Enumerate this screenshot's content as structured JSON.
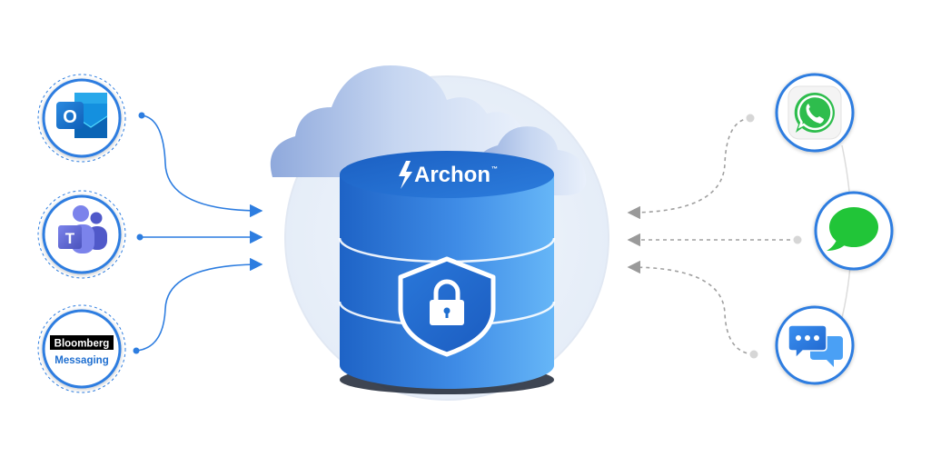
{
  "brand": {
    "name": "Archon",
    "trademark": "™",
    "icon": "lightning-bolt-icon"
  },
  "sources": [
    {
      "id": "outlook",
      "icon": "outlook-icon",
      "text": "O"
    },
    {
      "id": "teams",
      "icon": "teams-icon",
      "text": "T"
    },
    {
      "id": "bloomberg",
      "icon": "bloomberg-logo",
      "box_text": "Bloomberg",
      "sub_text": "Messaging"
    }
  ],
  "destinations": [
    {
      "id": "whatsapp",
      "icon": "whatsapp-icon"
    },
    {
      "id": "imessage",
      "icon": "imessage-icon"
    },
    {
      "id": "chat",
      "icon": "chat-bubbles-icon"
    }
  ],
  "center_icon": "shield-lock-icon",
  "colors": {
    "primary_blue": "#1f6fd0",
    "light_blue": "#5fb0f5",
    "ring_blue": "#2d7de0",
    "arrow_gray": "#9a9a9a",
    "whatsapp_green": "#2ebd4d",
    "imessage_green": "#21c538",
    "cloud_blue": "#9bb6e2"
  }
}
